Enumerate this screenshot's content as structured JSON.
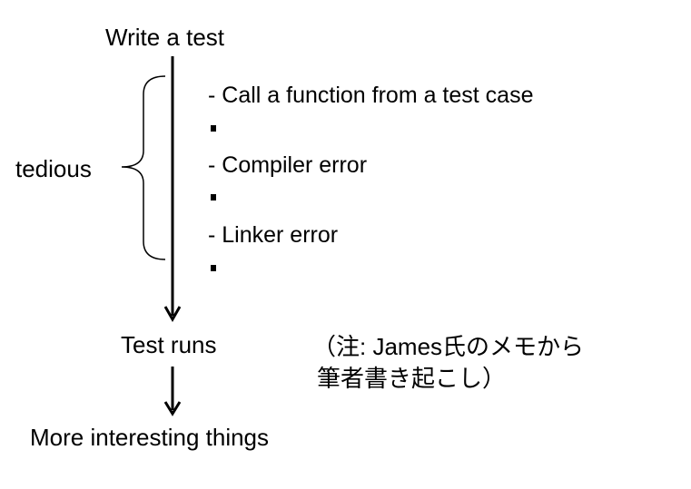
{
  "diagram": {
    "start_label": "Write a test",
    "group_label": "tedious",
    "steps": [
      "- Call a function from a test case",
      "- Compiler error",
      "- Linker error"
    ],
    "continuation_glyph": "▪",
    "middle_label": "Test runs",
    "end_label": "More interesting things",
    "note_lines": [
      "（注: James氏のメモから",
      "筆者書き起こし）"
    ]
  }
}
